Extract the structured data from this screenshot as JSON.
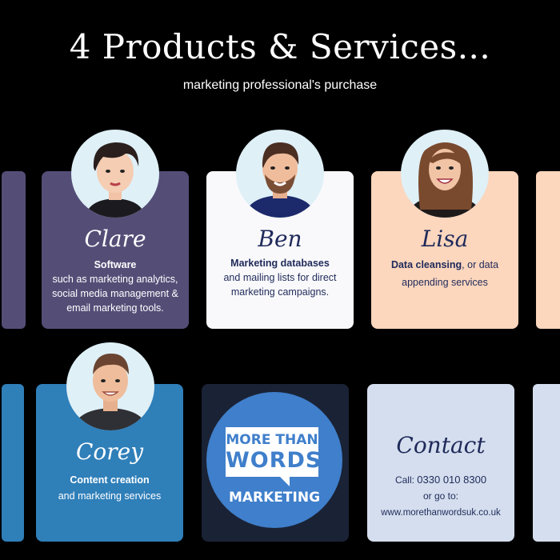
{
  "header": {
    "title": "4 Products & Services...",
    "subtitle": "marketing professional's purchase"
  },
  "colors": {
    "background": "#000000",
    "clare_card": "#544e77",
    "ben_card": "#f9f9fb",
    "lisa_card": "#fcd6bd",
    "corey_card": "#2f7fb9",
    "logo_card": "#1a2235",
    "contact_card": "#d4deee",
    "navy_text": "#1f2a5a",
    "logo_blue": "#3f7fcb"
  },
  "cards": {
    "clare": {
      "name": "Clare",
      "bold": "Software",
      "text": "such as marketing analytics, social media management & email marketing tools.",
      "avatar_icon": "person-avatar-icon"
    },
    "ben": {
      "name": "Ben",
      "bold": "Marketing databases",
      "text": "and mailing lists for direct marketing campaigns.",
      "avatar_icon": "person-avatar-icon"
    },
    "lisa": {
      "name": "Lisa",
      "bold": "Data cleansing",
      "text": ", or data appending services",
      "avatar_icon": "person-avatar-icon"
    },
    "corey": {
      "name": "Corey",
      "bold": "Content creation",
      "text": "and marketing services",
      "avatar_icon": "person-avatar-icon"
    },
    "logo": {
      "line1": "MORE THAN",
      "line2": "WORDS",
      "line3": "MARKETING"
    },
    "contact": {
      "title": "Contact",
      "call_label": "Call:",
      "phone": "0330 010 8300",
      "or_text": "or go to:",
      "website": "www.morethanwordsuk.co.uk"
    }
  }
}
